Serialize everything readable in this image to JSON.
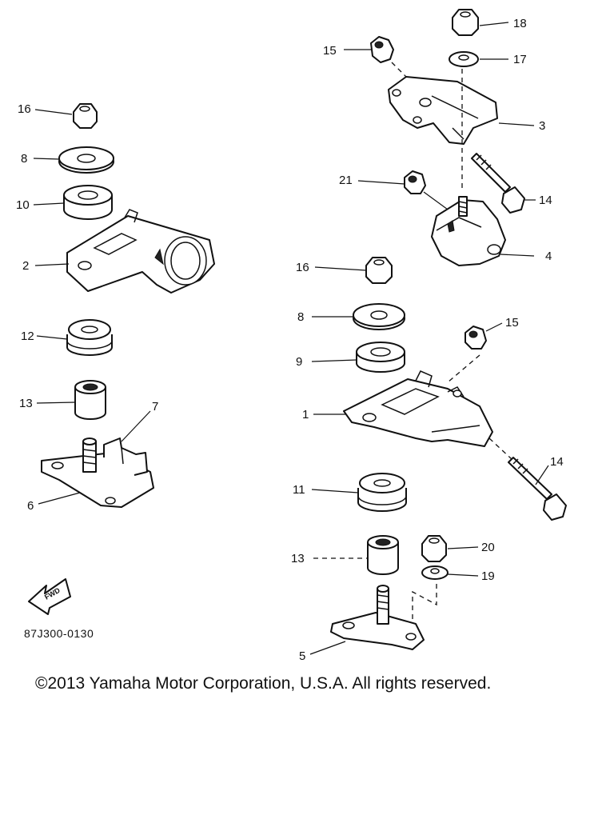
{
  "diagram": {
    "code": "87J300-0130",
    "fwd_label": "FWD",
    "callouts": [
      {
        "id": "c18",
        "label": "18"
      },
      {
        "id": "c15a",
        "label": "15"
      },
      {
        "id": "c17",
        "label": "17"
      },
      {
        "id": "c3",
        "label": "3"
      },
      {
        "id": "c16a",
        "label": "16"
      },
      {
        "id": "c8a",
        "label": "8"
      },
      {
        "id": "c10",
        "label": "10"
      },
      {
        "id": "c21",
        "label": "21"
      },
      {
        "id": "c14a",
        "label": "14"
      },
      {
        "id": "c4",
        "label": "4"
      },
      {
        "id": "c2",
        "label": "2"
      },
      {
        "id": "c16b",
        "label": "16"
      },
      {
        "id": "c8b",
        "label": "8"
      },
      {
        "id": "c15b",
        "label": "15"
      },
      {
        "id": "c12",
        "label": "12"
      },
      {
        "id": "c9",
        "label": "9"
      },
      {
        "id": "c13a",
        "label": "13"
      },
      {
        "id": "c7",
        "label": "7"
      },
      {
        "id": "c1",
        "label": "1"
      },
      {
        "id": "c14b",
        "label": "14"
      },
      {
        "id": "c6",
        "label": "6"
      },
      {
        "id": "c11",
        "label": "11"
      },
      {
        "id": "c13b",
        "label": "13"
      },
      {
        "id": "c20",
        "label": "20"
      },
      {
        "id": "c19",
        "label": "19"
      },
      {
        "id": "c5",
        "label": "5"
      }
    ]
  },
  "footer": {
    "copyright": "©2013 Yamaha Motor Corporation, U.S.A. All rights reserved."
  }
}
